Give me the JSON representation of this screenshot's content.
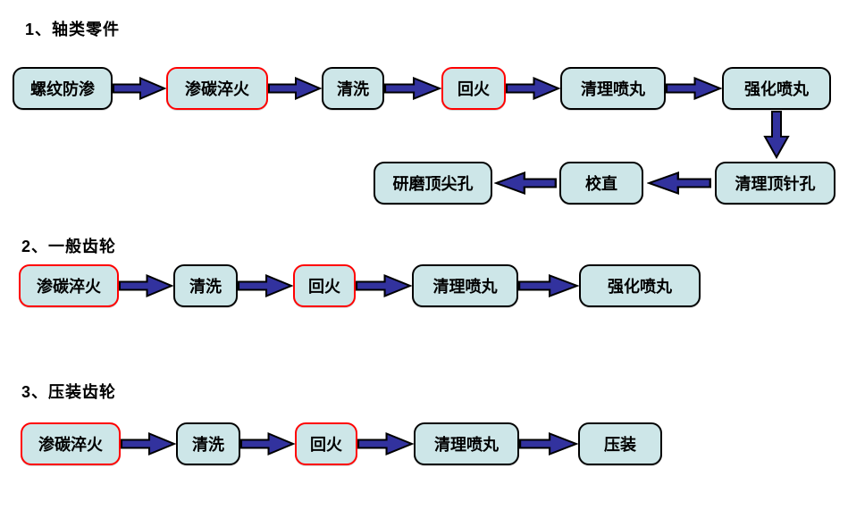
{
  "colors": {
    "background": "#ffffff",
    "box_fill": "#cde6e8",
    "box_border": "#000000",
    "highlight_border": "#ff0000",
    "arrow_fill": "#32329e",
    "arrow_outline": "#000000",
    "text": "#000000"
  },
  "sections": [
    {
      "title": "1、轴类零件",
      "nodes": [
        {
          "label": "螺纹防渗",
          "highlight": false
        },
        {
          "label": "渗碳淬火",
          "highlight": true
        },
        {
          "label": "清洗",
          "highlight": false
        },
        {
          "label": "回火",
          "highlight": true
        },
        {
          "label": "清理喷丸",
          "highlight": false
        },
        {
          "label": "强化喷丸",
          "highlight": false
        },
        {
          "label": "清理顶针孔",
          "highlight": false
        },
        {
          "label": "校直",
          "highlight": false
        },
        {
          "label": "研磨顶尖孔",
          "highlight": false
        }
      ]
    },
    {
      "title": "2、一般齿轮",
      "nodes": [
        {
          "label": "渗碳淬火",
          "highlight": true
        },
        {
          "label": "清洗",
          "highlight": false
        },
        {
          "label": "回火",
          "highlight": true
        },
        {
          "label": "清理喷丸",
          "highlight": false
        },
        {
          "label": "强化喷丸",
          "highlight": false
        }
      ]
    },
    {
      "title": "3、压装齿轮",
      "nodes": [
        {
          "label": "渗碳淬火",
          "highlight": true
        },
        {
          "label": "清洗",
          "highlight": false
        },
        {
          "label": "回火",
          "highlight": true
        },
        {
          "label": "清理喷丸",
          "highlight": false
        },
        {
          "label": "压装",
          "highlight": false
        }
      ]
    }
  ]
}
